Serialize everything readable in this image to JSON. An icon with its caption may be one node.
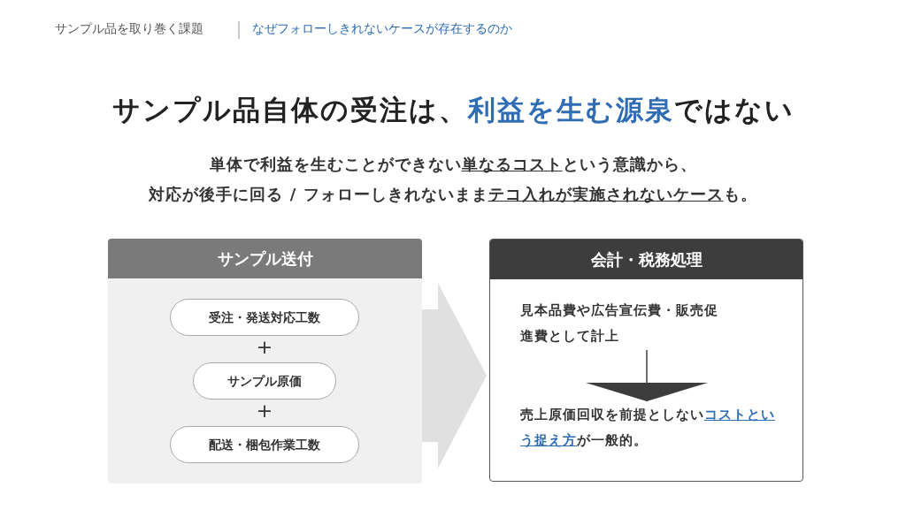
{
  "diagram": {
    "title": "サンプル品自体の受注は、**利益を生む源泉**ではない",
    "nodes": [
      {
        "text": [
          "サンプル送付"
        ]
      },
      {
        "text": [
          "受注・発送対応工数"
        ],
        "in": 0
      },
      {
        "text": [
          "サンプル原価"
        ],
        "in": 0
      },
      {
        "text": [
          "配送・梱包作業工数"
        ],
        "in": 0
      },
      {
        "text": [
          "会計・税務処理"
        ]
      },
      {
        "text": [
          "見本品費や広告宣伝費・販売促進費として計上"
        ],
        "in": 4
      },
      {
        "text": [
          "売上原価回収を前提としない**コストという捉え方**が一般的。"
        ],
        "in": 4
      }
    ],
    "edges": [
      {
        "from": 0,
        "to": 4,
        "arrow": "to"
      },
      {
        "from": 5,
        "to": 6,
        "arrow": "to"
      }
    ],
    "labels": [
      "サンプル品を取り巻く課題",
      "なぜフォローしきれないケースが存在するのか",
      "単体で利益を生むことができない**単なるコスト**という意識から、",
      "対応が後手に回る / フォローしきれないまま**テコ入れが実施されないケース**も。",
      "+",
      "+"
    ]
  }
}
